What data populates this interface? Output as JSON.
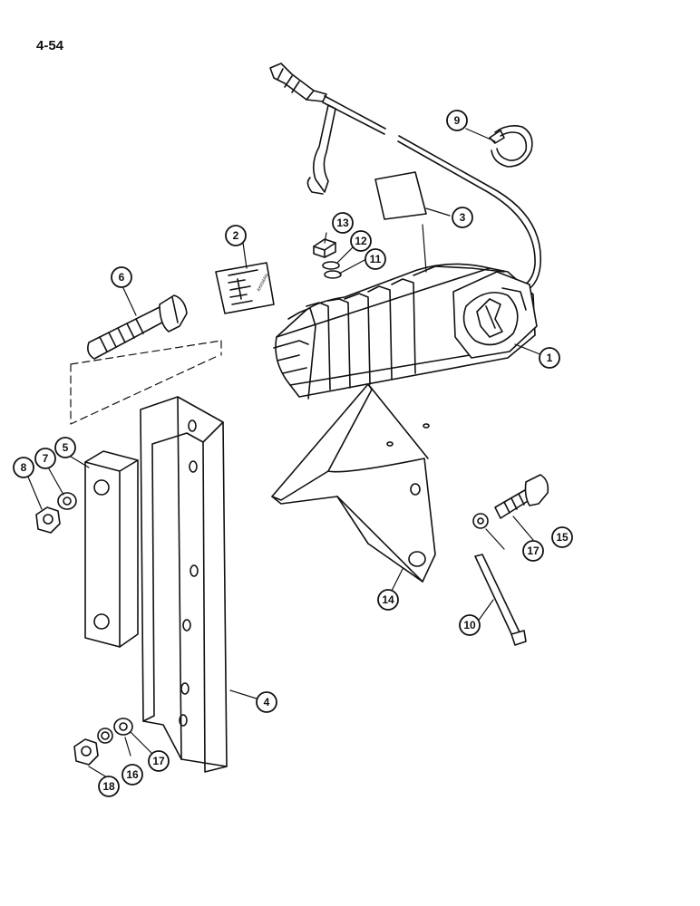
{
  "page": {
    "number": "4-54"
  },
  "decal_text": "AKKMAN",
  "callouts": {
    "c1": "1",
    "c2": "2",
    "c3": "3",
    "c4": "4",
    "c5": "5",
    "c6": "6",
    "c7": "7",
    "c8": "8",
    "c9": "9",
    "c10": "10",
    "c11": "11",
    "c12": "12",
    "c13": "13",
    "c14": "14",
    "c15": "15",
    "c16": "16",
    "c17a": "17",
    "c17b": "17",
    "c18": "18"
  }
}
